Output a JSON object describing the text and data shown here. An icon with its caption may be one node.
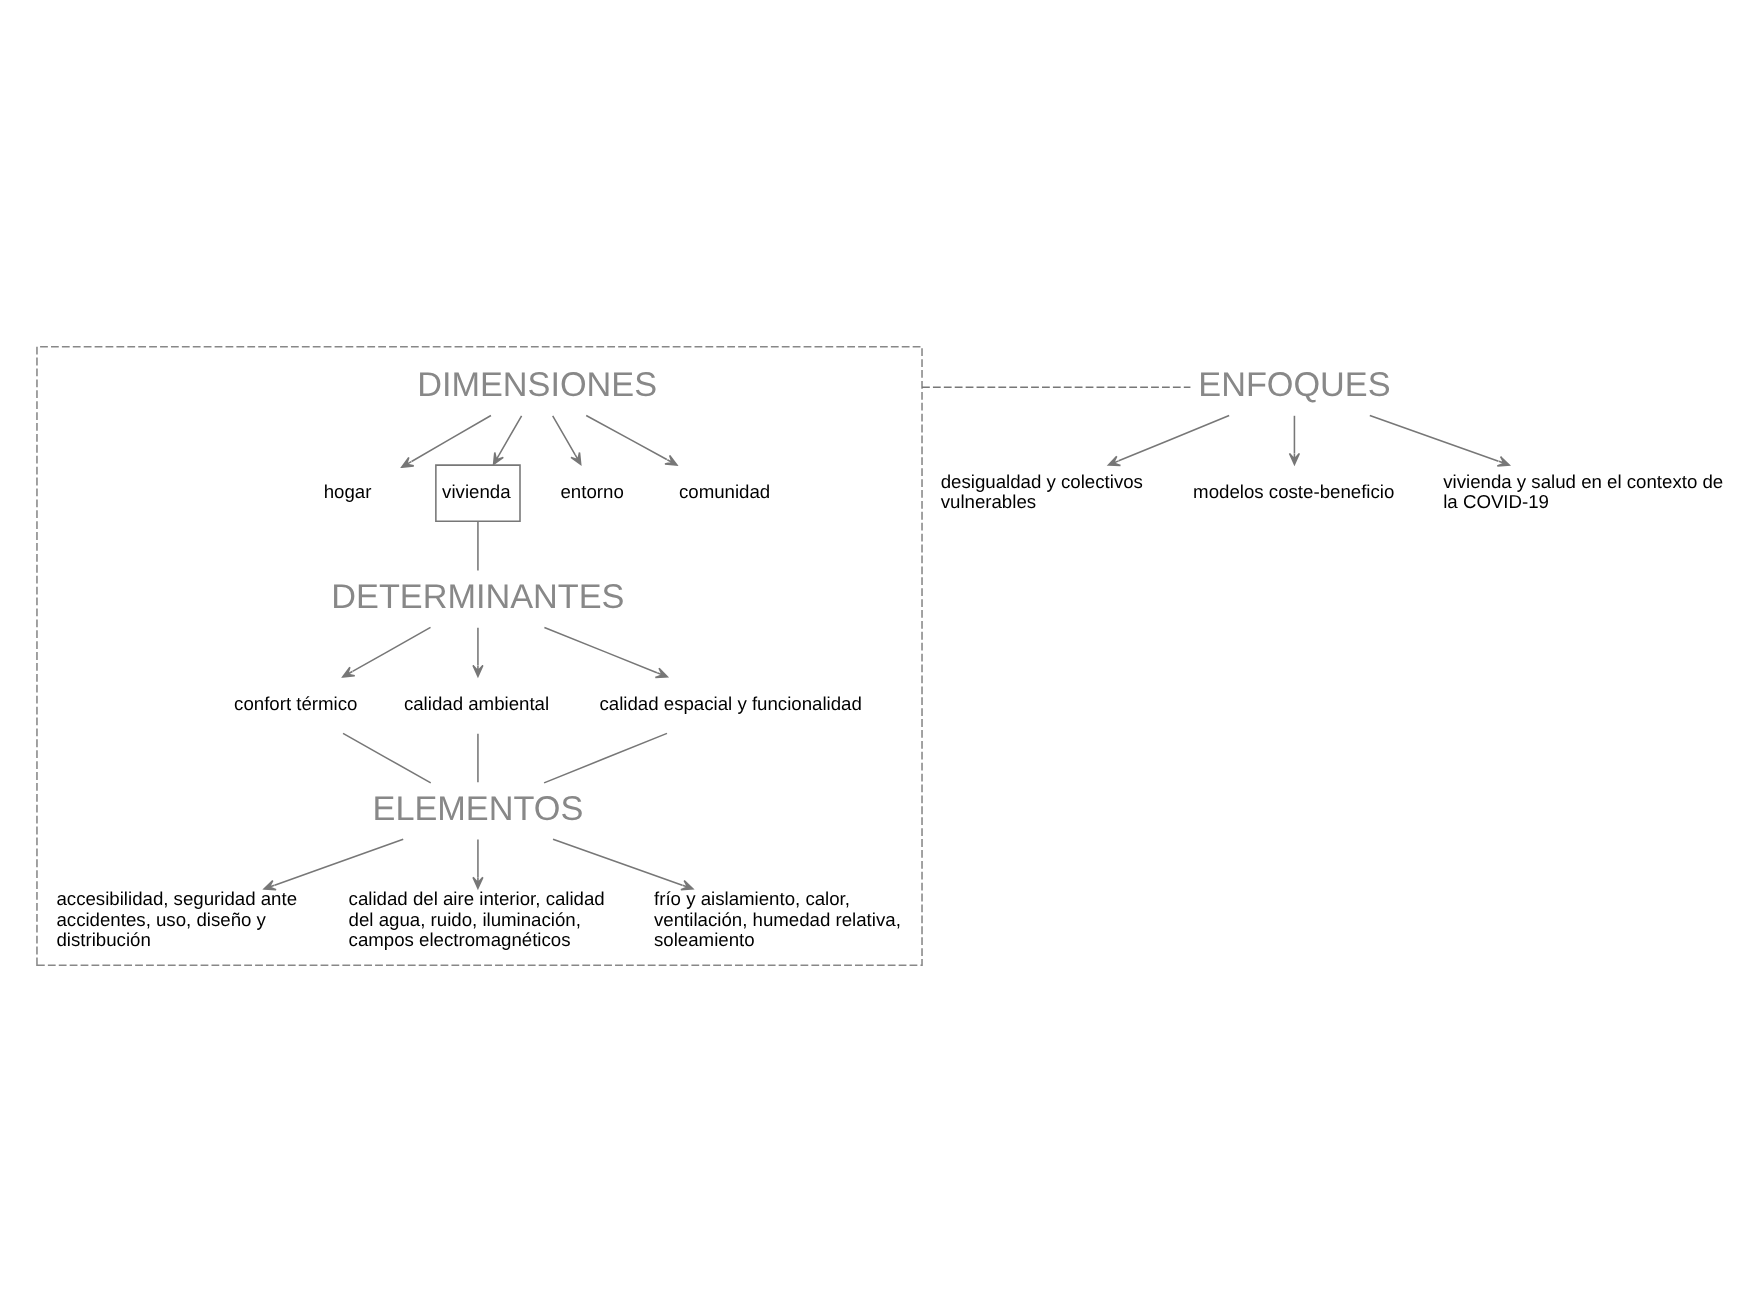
{
  "diagram": {
    "nodes": [
      {
        "text": [],
        "shape": "box"
      },
      {
        "text": [
          "DIMENSIONES"
        ],
        "in": 0
      },
      {
        "text": [
          "hogar"
        ],
        "in": 0
      },
      {
        "text": [
          "vivienda"
        ],
        "in": 0
      },
      {
        "text": [
          "entorno"
        ],
        "in": 0
      },
      {
        "text": [
          "comunidad"
        ],
        "in": 0
      },
      {
        "text": [
          "DETERMINANTES"
        ],
        "in": 0
      },
      {
        "text": [
          "confort térmico"
        ],
        "in": 0
      },
      {
        "text": [
          "calidad ambiental"
        ],
        "in": 0
      },
      {
        "text": [
          "calidad espacial y funcionalidad"
        ],
        "in": 0
      },
      {
        "text": [
          "ELEMENTOS"
        ],
        "in": 0
      },
      {
        "text": [
          "accesibilidad, seguridad ante accidentes, uso, diseño y distribución"
        ],
        "in": 0
      },
      {
        "text": [
          "calidad del aire interior, calidad del agua, ruido, iluminación, campos electromagnéticos"
        ],
        "in": 0
      },
      {
        "text": [
          "frío y aislamiento, calor, ventilación, humedad relativa, soleamiento"
        ],
        "in": 0
      },
      {
        "text": [
          "ENFOQUES"
        ]
      },
      {
        "text": [
          "desigualdad y colectivos vulnerables"
        ]
      },
      {
        "text": [
          "modelos coste-beneficio"
        ]
      },
      {
        "text": [
          "vivienda y salud en el contexto de la COVID-19"
        ]
      }
    ],
    "edges": [
      {
        "from": 1,
        "to": 2,
        "arrow": "to"
      },
      {
        "from": 1,
        "to": 3,
        "arrow": "to"
      },
      {
        "from": 1,
        "to": 4,
        "arrow": "to"
      },
      {
        "from": 1,
        "to": 5,
        "arrow": "to"
      },
      {
        "from": 3,
        "to": 6,
        "arrow": "none"
      },
      {
        "from": 6,
        "to": 7,
        "arrow": "to"
      },
      {
        "from": 6,
        "to": 8,
        "arrow": "to"
      },
      {
        "from": 6,
        "to": 9,
        "arrow": "to"
      },
      {
        "from": 7,
        "to": 10,
        "arrow": "none"
      },
      {
        "from": 8,
        "to": 10,
        "arrow": "none"
      },
      {
        "from": 9,
        "to": 10,
        "arrow": "none"
      },
      {
        "from": 10,
        "to": 11,
        "arrow": "to"
      },
      {
        "from": 10,
        "to": 12,
        "arrow": "to"
      },
      {
        "from": 10,
        "to": 13,
        "arrow": "to"
      },
      {
        "from": 0,
        "to": 14,
        "arrow": "none",
        "style": "dashed"
      },
      {
        "from": 14,
        "to": 15,
        "arrow": "to"
      },
      {
        "from": 14,
        "to": 16,
        "arrow": "to"
      },
      {
        "from": 14,
        "to": 17,
        "arrow": "to"
      }
    ]
  }
}
